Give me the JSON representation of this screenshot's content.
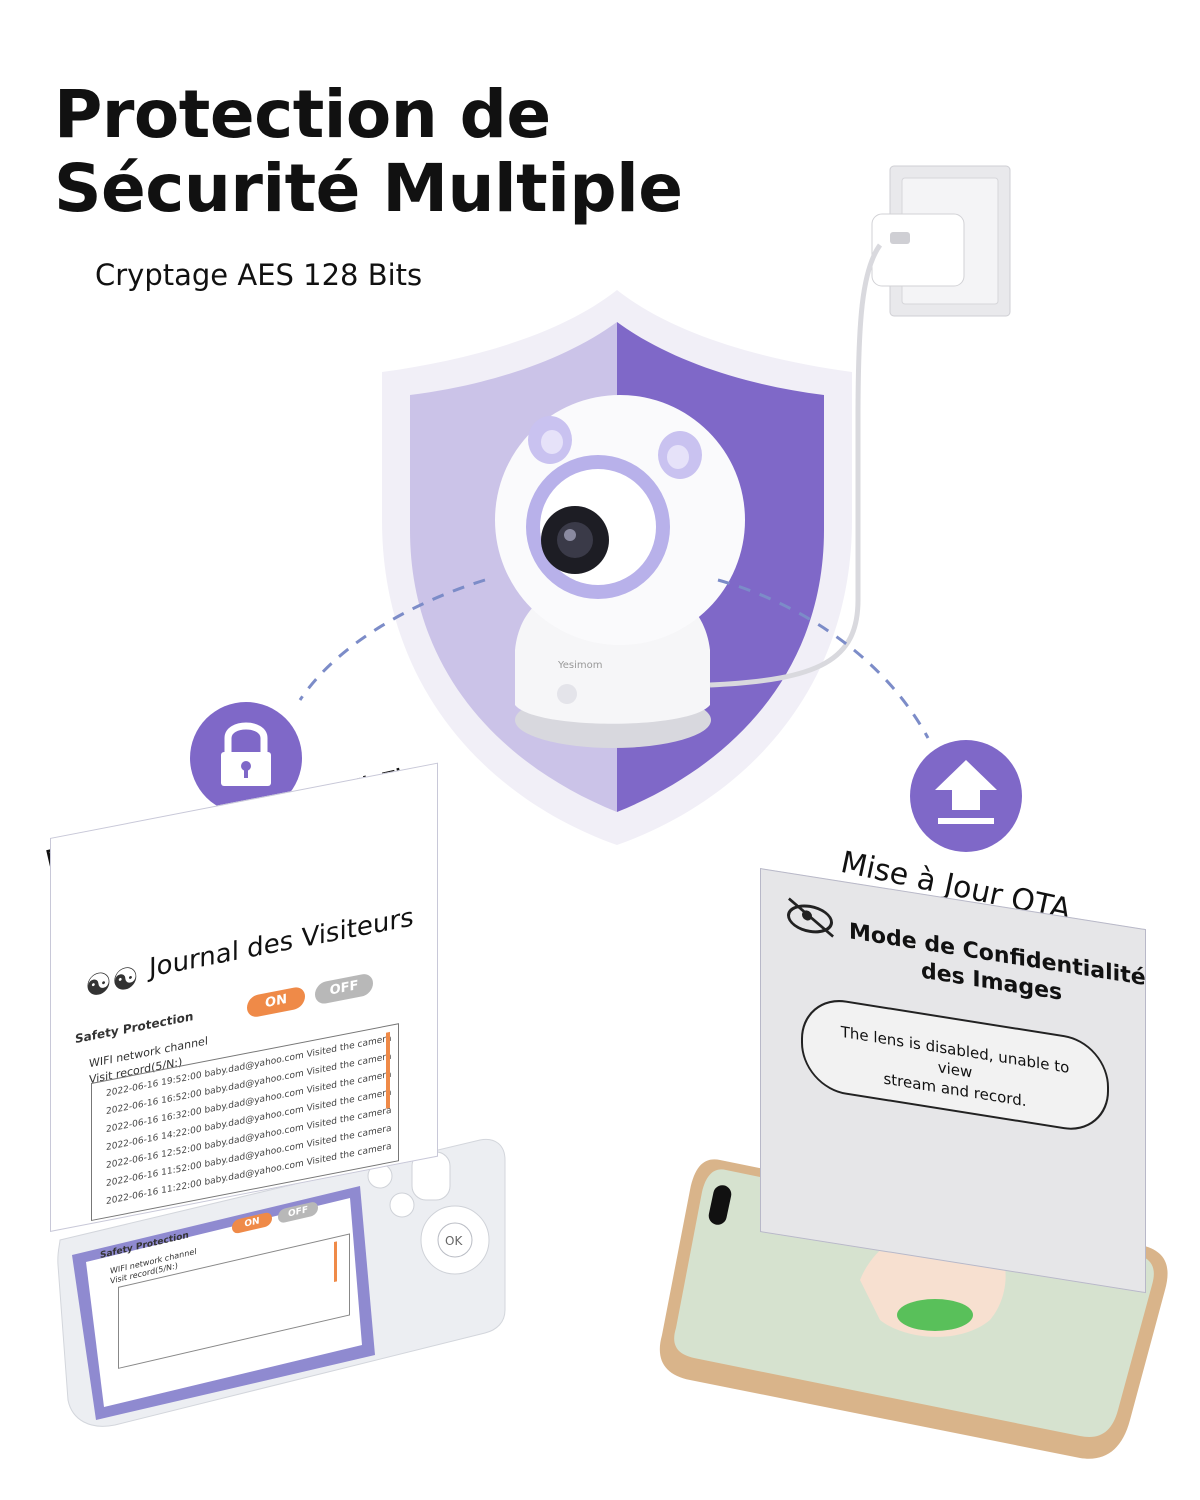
{
  "header": {
    "title_line1": "Protection de",
    "title_line2": "Sécurité Multiple",
    "subtitle": "Cryptage AES 128 Bits"
  },
  "camera": {
    "brand": "Yesimom"
  },
  "features": {
    "left": "Désactiver l'Option Wi-Fi",
    "right": "Mise à Jour OTA"
  },
  "visitor_panel": {
    "heading": "Journal des Visiteurs",
    "on_label": "ON",
    "off_label": "OFF",
    "safety_label": "Safety Protection",
    "wifi_label": "WIFI network channel",
    "record_label": "Visit record(5/N:)",
    "log": [
      "2022-06-16 19:52:00 baby.dad@yahoo.com Visited the camera",
      "2022-06-16 16:52:00 baby.dad@yahoo.com Visited the camera",
      "2022-06-16 16:32:00 baby.dad@yahoo.com Visited the camera",
      "2022-06-16 14:22:00 baby.dad@yahoo.com Visited the camera",
      "2022-06-16 12:52:00 baby.dad@yahoo.com Visited the camera",
      "2022-06-16 11:52:00 baby.dad@yahoo.com Visited the camera",
      "2022-06-16 11:22:00 baby.dad@yahoo.com Visited the camera"
    ]
  },
  "privacy_panel": {
    "heading_line1": "Mode de Confidentialité",
    "heading_line2": "des Images",
    "message_line1": "The lens is disabled, unable to view",
    "message_line2": "stream and record."
  },
  "monitor": {
    "safety_label": "Safety Protection",
    "on_label": "ON",
    "off_label": "OFF",
    "wifi_label": "WIFI network channel",
    "record_label": "Visit record(5/N:)",
    "ok_label": "OK"
  },
  "colors": {
    "purple_dark": "#7f68c8",
    "purple_light": "#cbc3e8",
    "accent_orange": "#ef8a48",
    "toggle_grey": "#b8b8b8"
  }
}
